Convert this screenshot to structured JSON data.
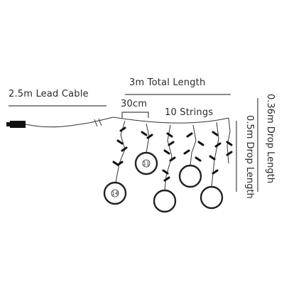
{
  "labels": {
    "lead_cable": "2.5m Lead Cable",
    "total_length": "3m Total Length",
    "spacing": "30cm",
    "strings": "10 Strings",
    "drop_long": "0.5m Drop Length",
    "drop_short": "0.36m Drop Length"
  },
  "balls": [
    {
      "label": "11"
    },
    {
      "label": "14"
    }
  ],
  "colors": {
    "line": "#333333",
    "plug": "#111111",
    "ball_stroke": "#222222"
  }
}
